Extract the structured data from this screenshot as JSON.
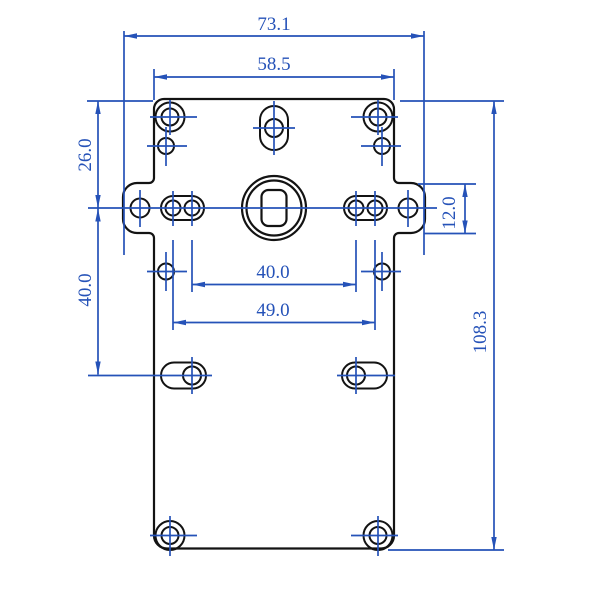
{
  "drawing": {
    "type": "technical-dimension-drawing",
    "part": "gear-motor-front-view",
    "dimensions": {
      "overall_width": "73.1",
      "body_width": "58.5",
      "top_edge_to_shaft_center": "26.0",
      "shaft_center_to_lower_slots": "40.0",
      "side_tab_height": "12.0",
      "body_height": "108.3",
      "inner_hole_spacing": "40.0",
      "outer_hole_spacing": "49.0"
    },
    "colors": {
      "dimension_blue": "#2552b8",
      "outline_black": "#131313",
      "background": "#ffffff"
    }
  }
}
